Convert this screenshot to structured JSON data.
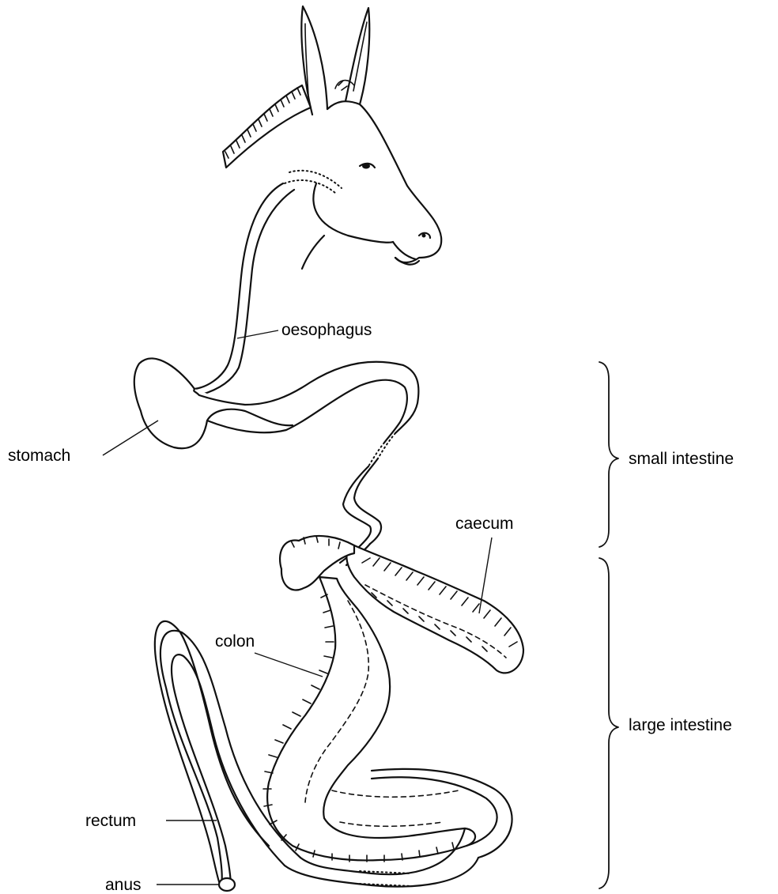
{
  "diagram": {
    "labels": {
      "oesophagus": "oesophagus",
      "stomach": "stomach",
      "small_intestine": "small intestine",
      "caecum": "caecum",
      "colon": "colon",
      "large_intestine": "large intestine",
      "rectum": "rectum",
      "anus": "anus"
    },
    "line_color": "#111111",
    "background": "#ffffff"
  }
}
